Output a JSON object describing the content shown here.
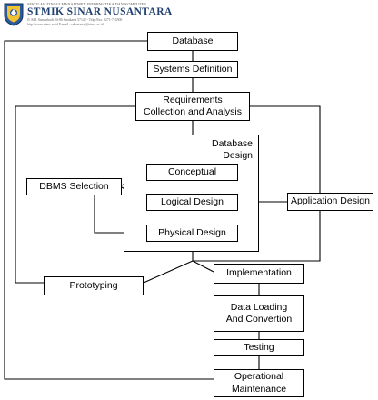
{
  "header": {
    "logo_name": "college-seal-logo",
    "small_line": "SEKOLAH TINGGI MANAJEMEN INFORMATIKA DAN KOMPUTER",
    "title": "STMIK SINAR NUSANTARA",
    "address_line_1": "Jl. KH. Samanhudi 84-86 Surakarta 57142 - Telp./Fax. 0271-716500",
    "address_line_2": "http://www.sinus.ac.id  E-mail : sekretariat@sinus.ac.id"
  },
  "nodes": {
    "database": "Database",
    "systems_definition": "Systems Definition",
    "requirements": "Requirements\nCollection and Analysis",
    "database_design_label": "Database\nDesign",
    "conceptual": "Conceptual",
    "logical_design": "Logical Design",
    "physical_design": "Physical Design",
    "dbms_selection": "DBMS Selection",
    "application_design": "Application Design",
    "prototyping": "Prototyping",
    "implementation": "Implementation",
    "data_loading": "Data Loading\nAnd Convertion",
    "testing": "Testing",
    "operational_maintenance": "Operational\nMaintenance"
  },
  "colors": {
    "line": "#000000",
    "box_fill": "#ffffff",
    "header_title": "#1f3f6f"
  }
}
